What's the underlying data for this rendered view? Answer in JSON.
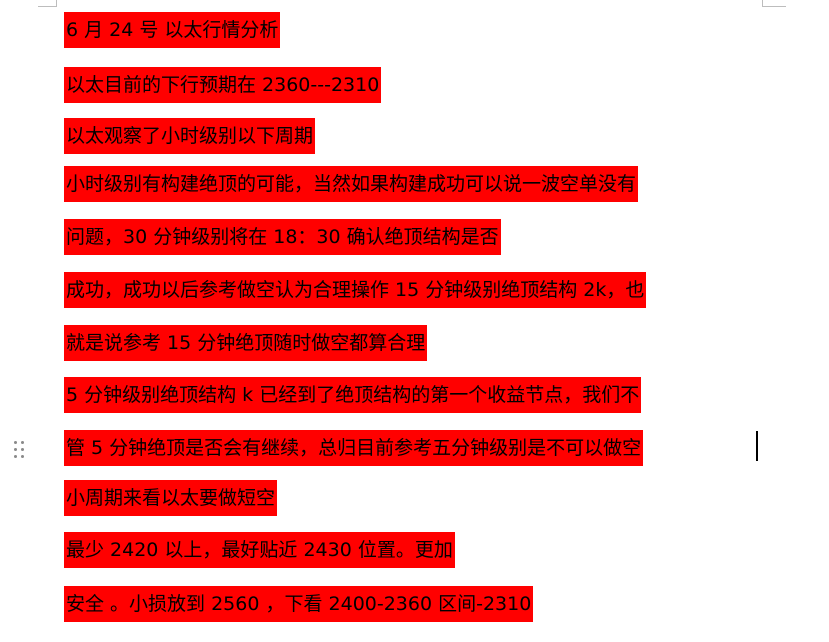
{
  "document": {
    "paragraphs": [
      "6 月 24 号  以太行情分析",
      "以太目前的下行预期在 2360---2310",
      "以太观察了小时级别以下周期",
      "小时级别有构建绝顶的可能，当然如果构建成功可以说一波空单没有",
      "问题，30 分钟级别将在 18：30 确认绝顶结构是否",
      "成功，成功以后参考做空认为合理操作 15 分钟级别绝顶结构 2k，也",
      "就是说参考 15 分钟绝顶随时做空都算合理",
      "5 分钟级别绝顶结构 k 已经到了绝顶结构的第一个收益节点，我们不",
      "管 5 分钟绝顶是否会有继续，总归目前参考五分钟级别是不可以做空",
      "小周期来看以太要做短空",
      "最少  2420  以上，最好贴近  2430  位置。更加",
      "安全  。小损放到 2560  ，下看 2400-2360 区间-2310"
    ]
  },
  "colors": {
    "highlight": "#ff0000",
    "text": "#000000",
    "background": "#ffffff"
  },
  "icons": {
    "drag_handle": "drag-handle-icon"
  }
}
